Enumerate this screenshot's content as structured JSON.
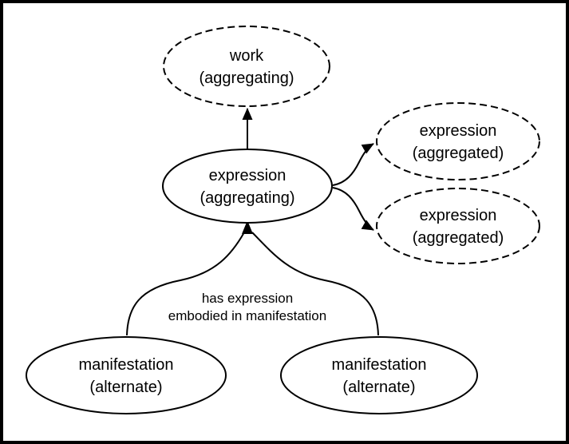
{
  "diagram": {
    "background_color": "#ffffff",
    "stroke_color": "#000000",
    "nodes": [
      {
        "id": "work-aggregating",
        "line1": "work",
        "line2": "(aggregating)",
        "border": "dashed"
      },
      {
        "id": "expression-aggregating",
        "line1": "expression",
        "line2": "(aggregating)",
        "border": "solid"
      },
      {
        "id": "expression-aggregated-top",
        "line1": "expression",
        "line2": "(aggregated)",
        "border": "dashed"
      },
      {
        "id": "expression-aggregated-bottom",
        "line1": "expression",
        "line2": "(aggregated)",
        "border": "dashed"
      },
      {
        "id": "manifestation-alternate-left",
        "line1": "manifestation",
        "line2": "(alternate)",
        "border": "solid"
      },
      {
        "id": "manifestation-alternate-right",
        "line1": "manifestation",
        "line2": "(alternate)",
        "border": "solid"
      }
    ],
    "edges": [
      {
        "from": "expression-aggregating",
        "to": "work-aggregating",
        "label": ""
      },
      {
        "from": "expression-aggregating",
        "to": "expression-aggregated-top",
        "label": ""
      },
      {
        "from": "expression-aggregating",
        "to": "expression-aggregated-bottom",
        "label": ""
      },
      {
        "from": "manifestation-alternate-left",
        "to": "expression-aggregating",
        "label": "has expression embodied in manifestation"
      },
      {
        "from": "manifestation-alternate-right",
        "to": "expression-aggregating",
        "label": "has expression embodied in manifestation"
      }
    ],
    "edge_label": {
      "line1": "has expression",
      "line2": "embodied in manifestation"
    }
  }
}
